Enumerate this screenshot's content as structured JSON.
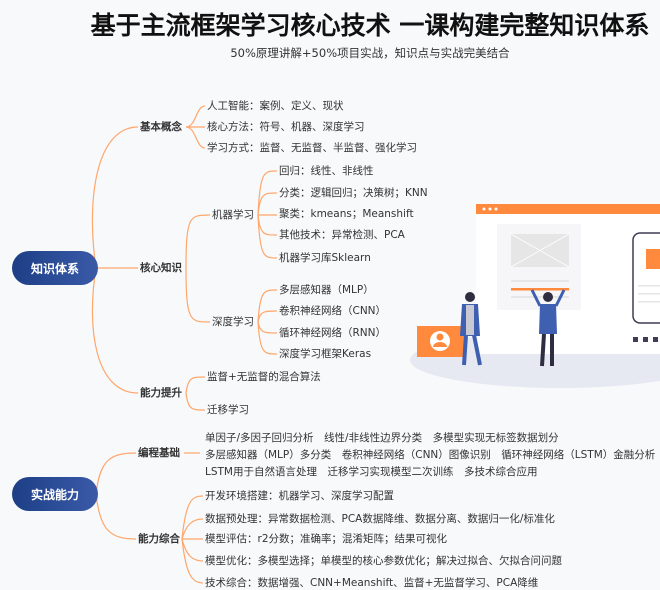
{
  "header": {
    "title": "基于主流框架学习核心技术 一课构建完整知识体系",
    "subtitle": "50%原理讲解+50%项目实战，知识点与实战完美结合"
  },
  "mindmap": {
    "knowledge": {
      "label": "知识体系",
      "basic": {
        "label": "基本概念",
        "items": [
          "人工智能：案例、定义、现状",
          "核心方法：符号、机器、深度学习",
          "学习方式：监督、无监督、半监督、强化学习"
        ]
      },
      "core": {
        "label": "核心知识",
        "ml": {
          "label": "机器学习",
          "items": [
            "回归：线性、非线性",
            "分类：逻辑回归；决策树；KNN",
            "聚类：kmeans；Meanshift",
            "其他技术：异常检测、PCA",
            "机器学习库Sklearn"
          ]
        },
        "dl": {
          "label": "深度学习",
          "items": [
            "多层感知器（MLP）",
            "卷积神经网络（CNN）",
            "循环神经网络（RNN）",
            "深度学习框架Keras"
          ]
        }
      },
      "advance": {
        "label": "能力提升",
        "items": [
          "监督+无监督的混合算法",
          "迁移学习"
        ]
      }
    },
    "practice": {
      "label": "实战能力",
      "programming": {
        "label": "编程基础",
        "lines": [
          "单因子/多因子回归分析　线性/非线性边界分类　多模型实现无标签数据划分",
          "多层感知器（MLP）多分类　卷积神经网络（CNN）图像识别　循环神经网络（LSTM）金融分析",
          "LSTM用于自然语言处理　迁移学习实现模型二次训练　多技术综合应用"
        ]
      },
      "integrated": {
        "label": "能力综合",
        "items": [
          "开发环境搭建：机器学习、深度学习配置",
          "数据预处理：异常数据检测、PCA数据降维、数据分离、数据归一化/标准化",
          "模型评估：r2分数；准确率；混淆矩阵；结果可视化",
          "模型优化：多模型选择；单模型的核心参数优化；解决过拟合、欠拟合问问题",
          "技术综合：数据增强、CNN+Meanshift、监督+无监督学习、PCA降维"
        ]
      }
    }
  },
  "colors": {
    "accent": "#ff8a3d",
    "root": "#1d3f86",
    "line": "#ffa66b"
  }
}
